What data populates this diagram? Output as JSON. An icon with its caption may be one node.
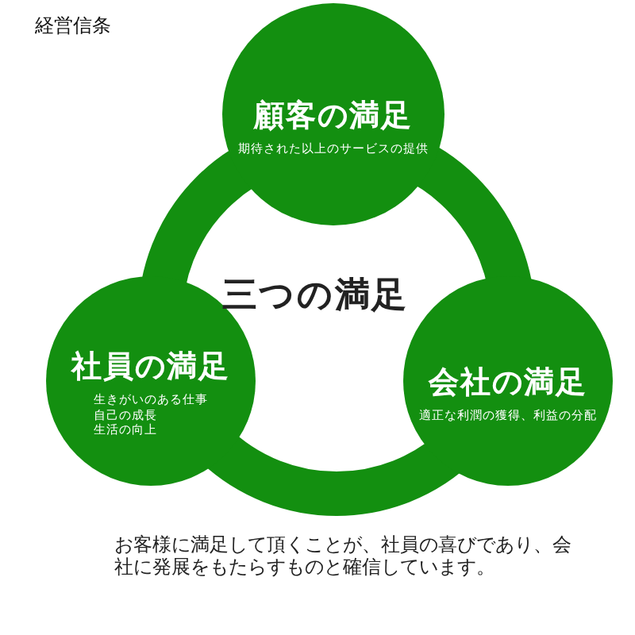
{
  "diagram": {
    "title": "経営信条",
    "caption": "お客様に満足して頂くことが、社員の喜びであり、会社に発展をもたらすものと確信しています。",
    "nodes": [
      {
        "text": [
          "顧客の満足",
          "期待された以上のサービスの提供"
        ]
      },
      {
        "text": [
          "社員の満足",
          "生きがいのある仕事",
          "自己の成長",
          "生活の向上"
        ]
      },
      {
        "text": [
          "会社の満足",
          "適正な利潤の獲得、利益の分配"
        ]
      }
    ],
    "labels": [
      "三つの満足"
    ]
  }
}
